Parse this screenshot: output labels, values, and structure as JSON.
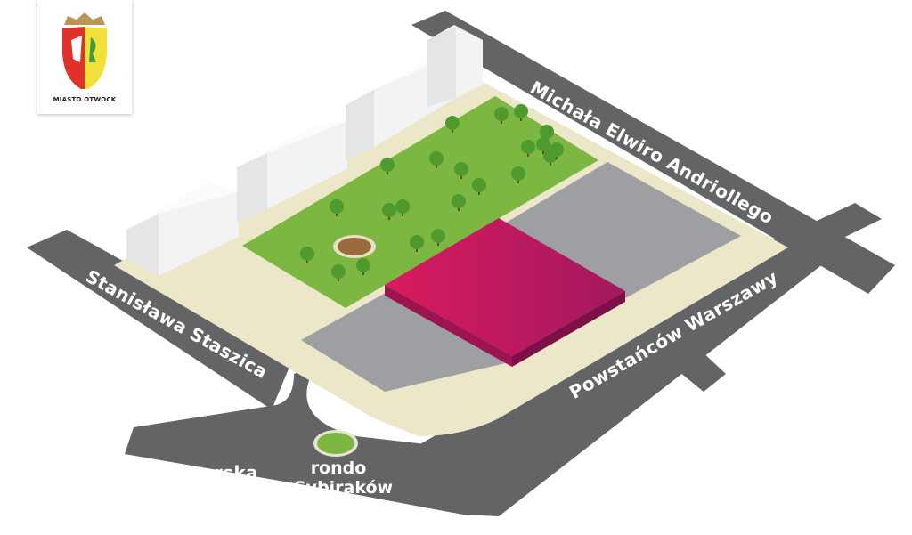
{
  "logo": {
    "text": "MIASTO OTWOCK"
  },
  "streets": {
    "north": "Michała Elwiro Andriollego",
    "east": "Powstańców Warszawy",
    "west": "Stanisława Staszica",
    "south": "Wawerska"
  },
  "roundabout": {
    "line1": "rondo",
    "line2": "Sybiraków"
  },
  "colors": {
    "road": "#636466",
    "land": "#ece7c8",
    "park": "#7cb742",
    "parking": "#9e9fa2",
    "building": "#c8185c",
    "tree": "#4f9a2e"
  }
}
